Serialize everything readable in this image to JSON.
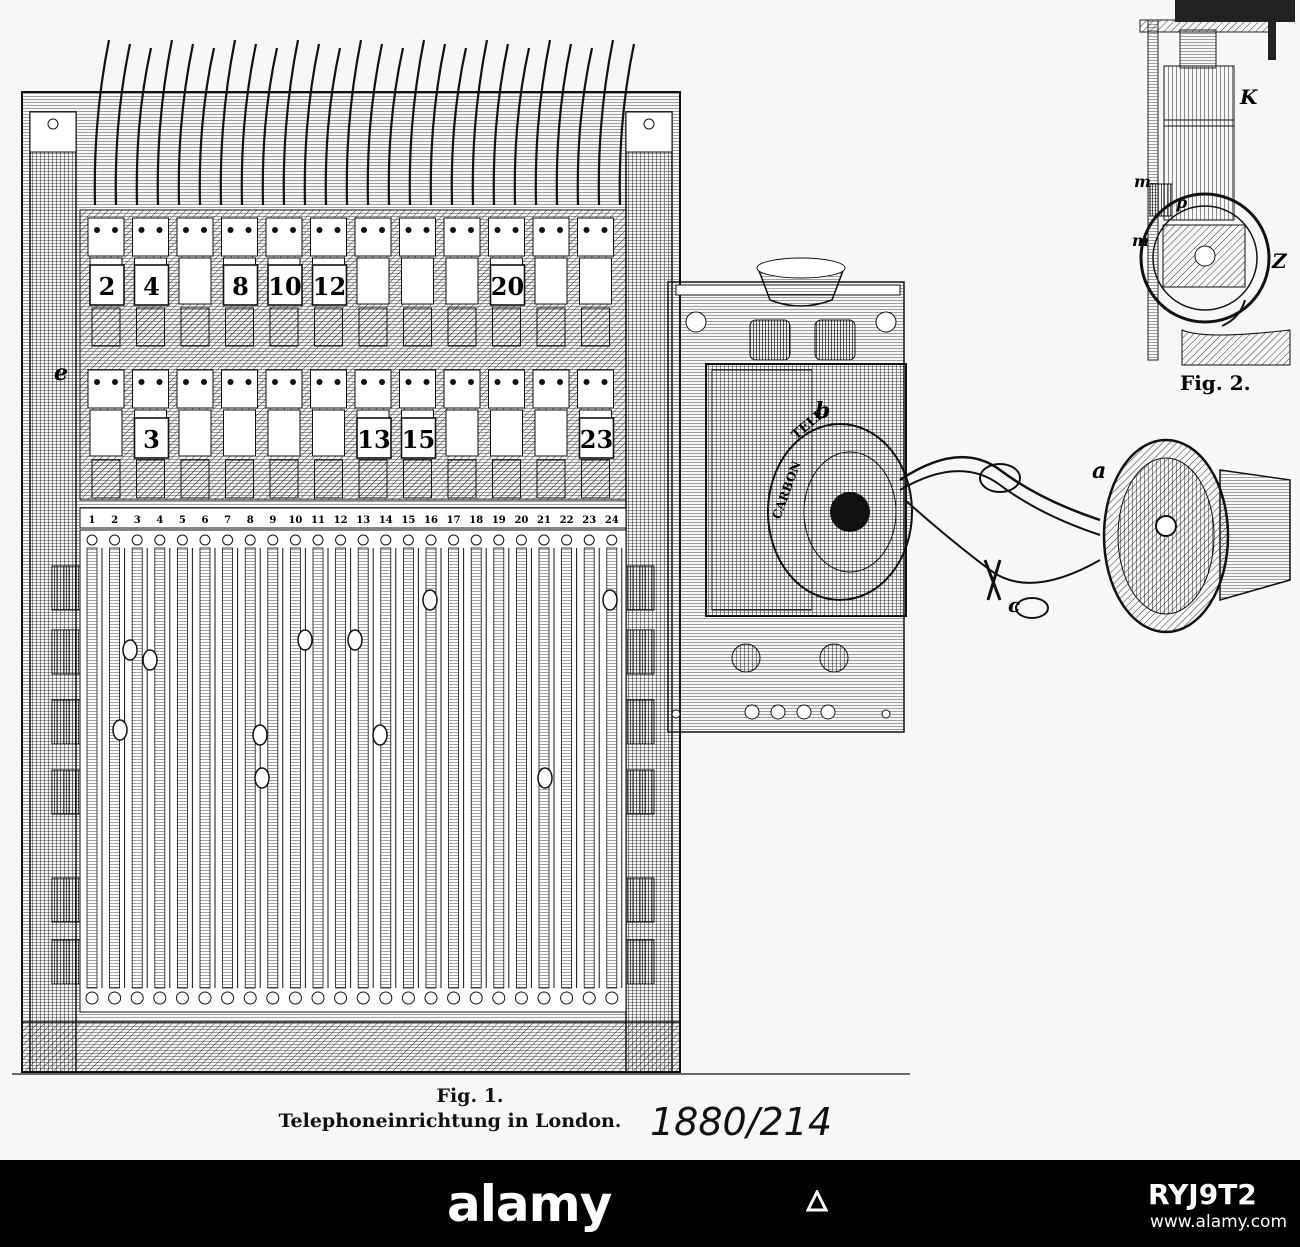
{
  "illustration": {
    "fig1": {
      "caption_fig": "Fig. 1.",
      "caption_title": "Telephoneinrichtung in London.",
      "handwritten_ref": "1880/214",
      "tags_top": [
        {
          "col": 1,
          "label": "2"
        },
        {
          "col": 2,
          "label": "4"
        },
        {
          "col": 4,
          "label": "8"
        },
        {
          "col": 5,
          "label": "10"
        },
        {
          "col": 6,
          "label": "12"
        },
        {
          "col": 10,
          "label": "20"
        }
      ],
      "tags_bottom": [
        {
          "col": 2,
          "label": "3"
        },
        {
          "col": 7,
          "label": "13"
        },
        {
          "col": 8,
          "label": "15"
        },
        {
          "col": 12,
          "label": "23"
        }
      ],
      "strip_numbers": [
        "1",
        "2",
        "3",
        "4",
        "5",
        "6",
        "7",
        "8",
        "9",
        "10",
        "11",
        "12",
        "13",
        "14",
        "15",
        "16",
        "17",
        "18",
        "19",
        "20",
        "21",
        "22",
        "23",
        "24"
      ],
      "side_label": "e",
      "box_label": "b",
      "transmitter_label": "TELE",
      "carbon_label": "CARBON",
      "receiver_label": "a",
      "cord_label": "c"
    },
    "fig2": {
      "caption": "Fig. 2.",
      "label_k": "K",
      "label_m_top": "m",
      "label_p": "p",
      "label_m_bottom": "m",
      "label_z": "Z"
    }
  },
  "watermark": {
    "brand": "alamy",
    "image_id": "RYJ9T2",
    "url": "www.alamy.com"
  }
}
